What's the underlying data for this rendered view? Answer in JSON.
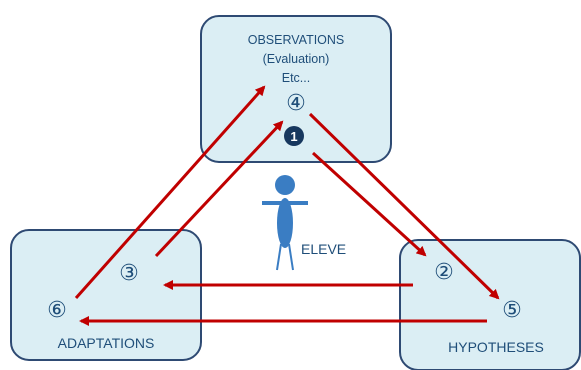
{
  "boxes": {
    "observations": {
      "title": "OBSERVATIONS",
      "subtitle": "(Evaluation)",
      "extra": "Etc..."
    },
    "adaptations": {
      "title": "ADAPTATIONS"
    },
    "hypotheses": {
      "title": "HYPOTHESES"
    }
  },
  "steps": {
    "one": "1",
    "two": "②",
    "three": "③",
    "four": "④",
    "five": "⑤",
    "six": "⑥"
  },
  "student": {
    "label": "ELEVE"
  },
  "colors": {
    "box_fill": "#dbeef4",
    "box_stroke": "#2e4a73",
    "arrow": "#c00000",
    "text": "#1f4e79",
    "figure_body": "#3a7dc3",
    "step_one_fill": "#17375e"
  }
}
